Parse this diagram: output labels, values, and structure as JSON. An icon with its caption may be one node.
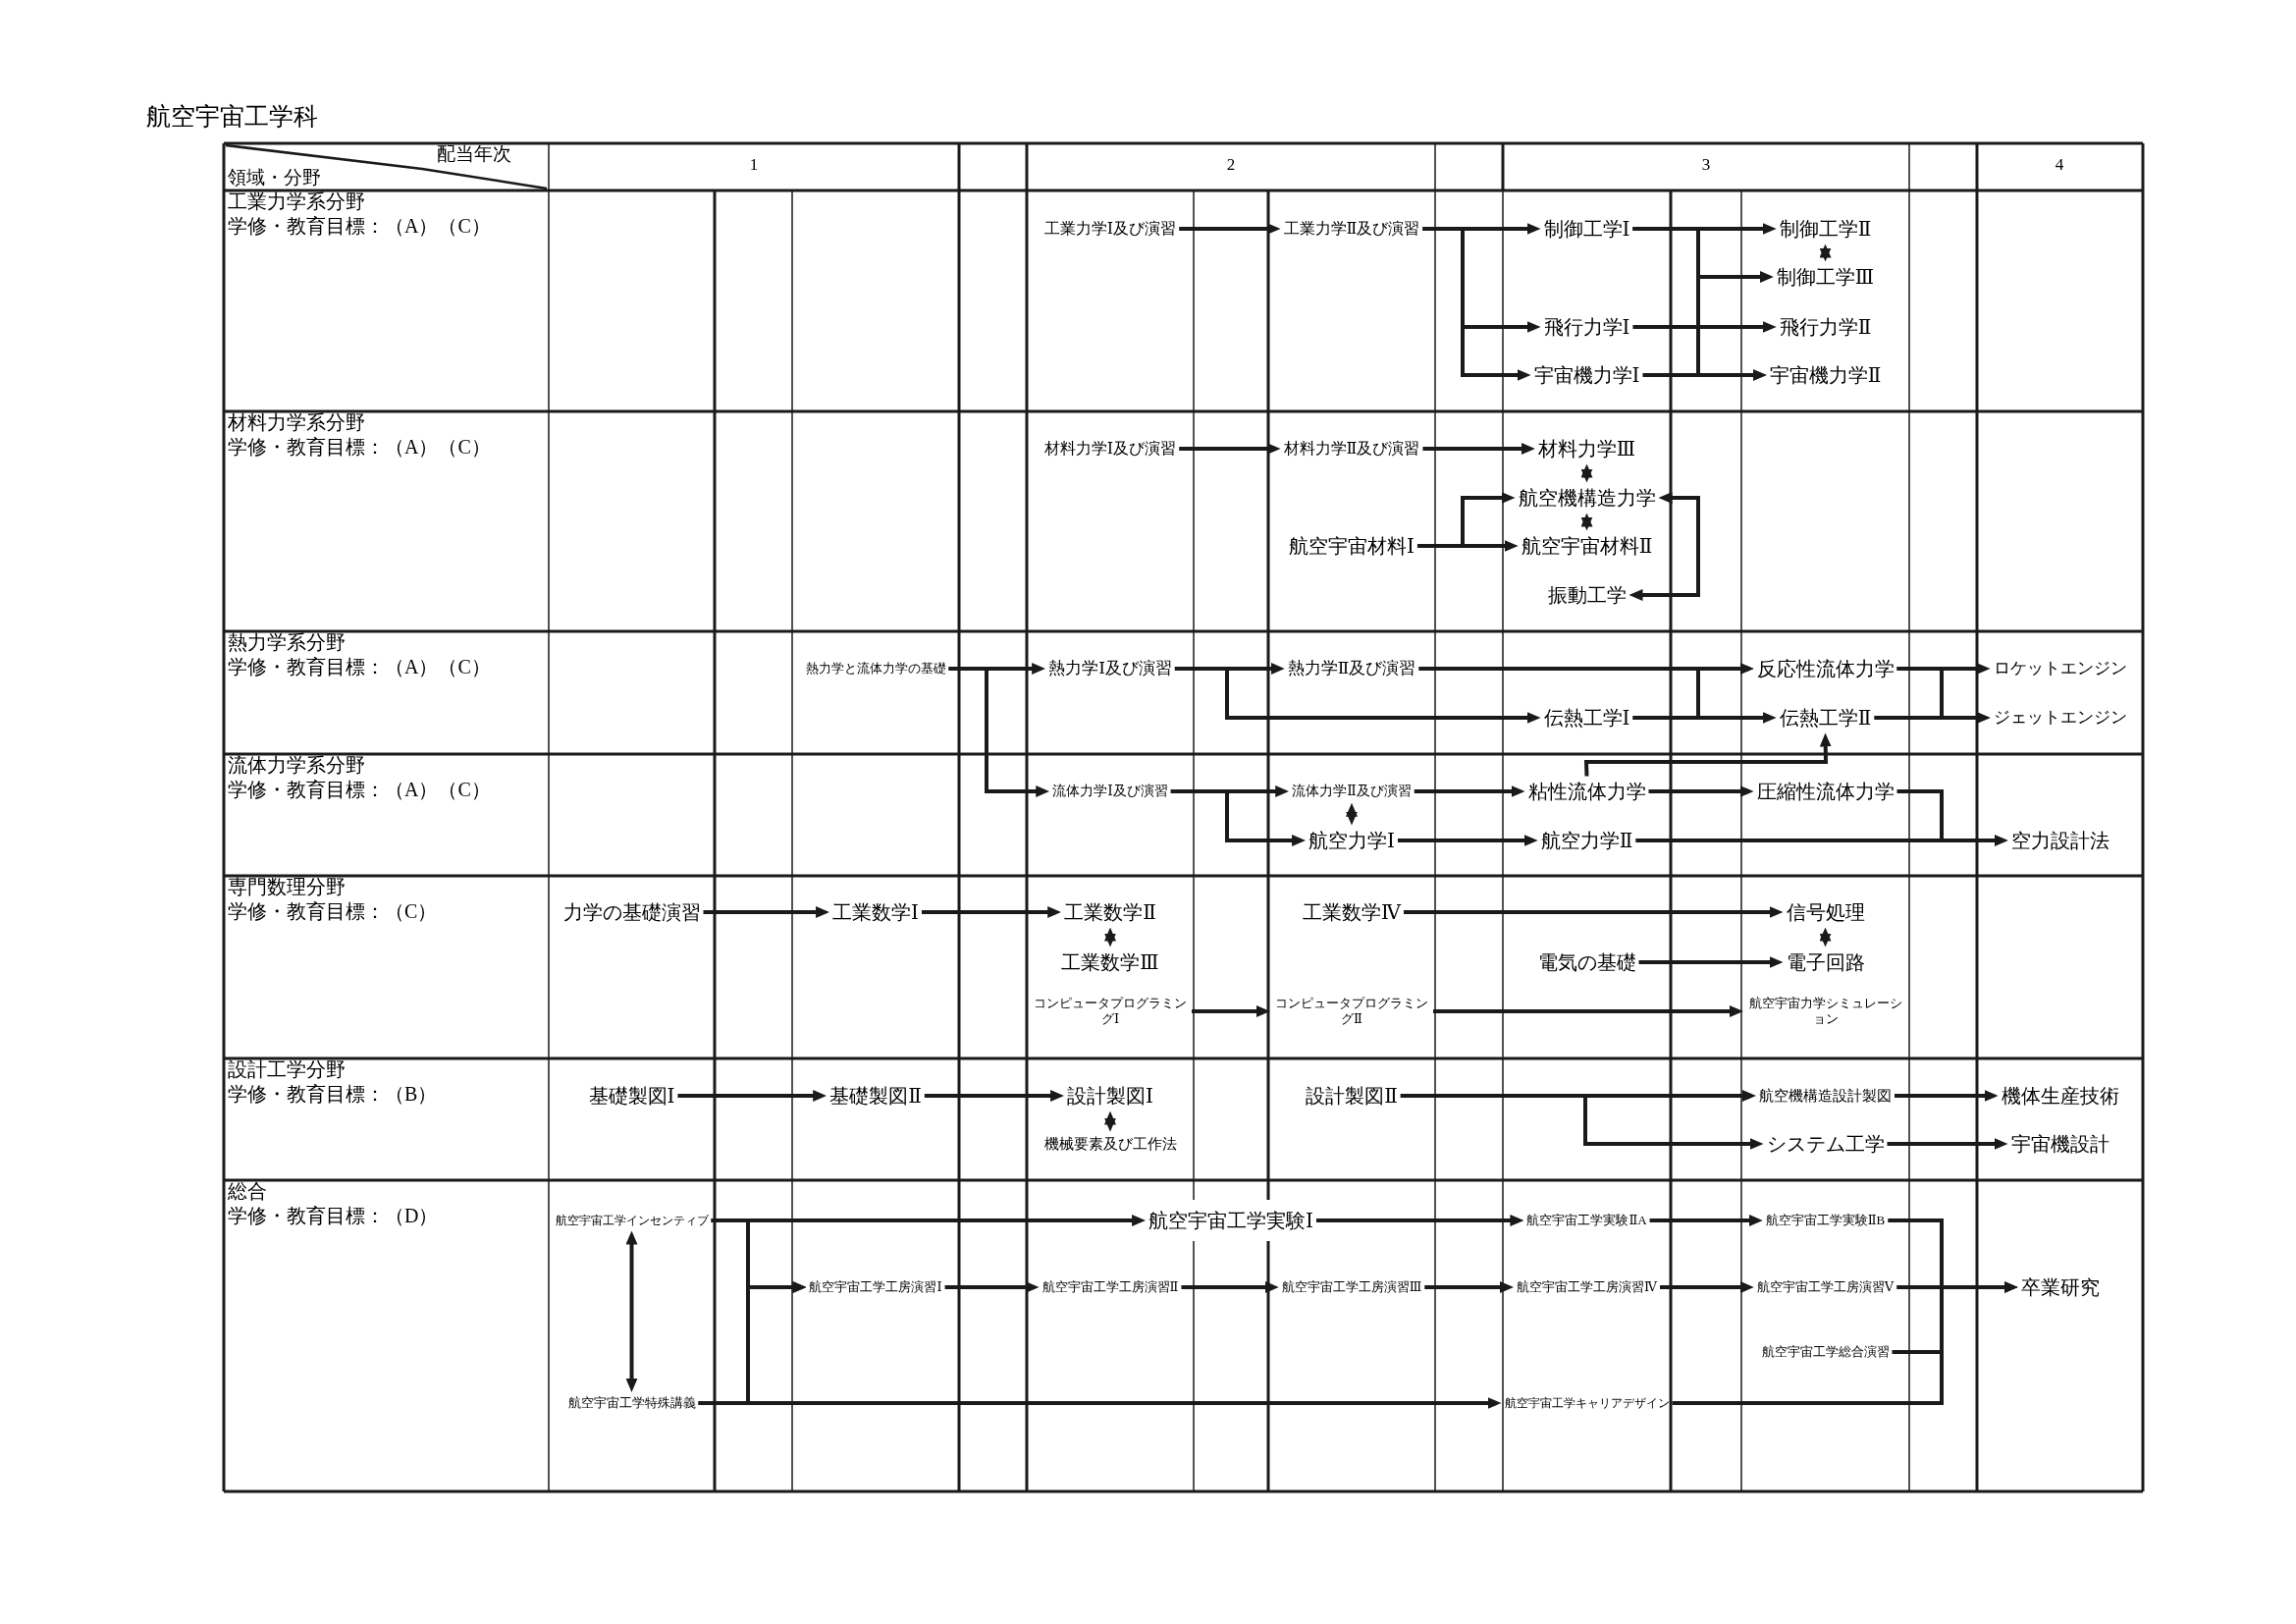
{
  "diagram": {
    "title": "航空宇宙工学科",
    "nodes": [
      {
        "text": [
          "工業力学Ⅰ及び演習"
        ]
      },
      {
        "text": [
          "工業力学Ⅱ及び演習"
        ]
      },
      {
        "text": [
          "制御工学Ⅰ"
        ]
      },
      {
        "text": [
          "飛行力学Ⅰ"
        ]
      },
      {
        "text": [
          "宇宙機力学Ⅰ"
        ]
      },
      {
        "text": [
          "制御工学Ⅱ"
        ]
      },
      {
        "text": [
          "制御工学Ⅲ"
        ]
      },
      {
        "text": [
          "飛行力学Ⅱ"
        ]
      },
      {
        "text": [
          "宇宙機力学Ⅱ"
        ]
      },
      {
        "text": [
          "材料力学Ⅰ及び演習"
        ]
      },
      {
        "text": [
          "材料力学Ⅱ及び演習"
        ]
      },
      {
        "text": [
          "航空宇宙材料Ⅰ"
        ]
      },
      {
        "text": [
          "材料力学Ⅲ"
        ]
      },
      {
        "text": [
          "航空機構造力学"
        ]
      },
      {
        "text": [
          "航空宇宙材料Ⅱ"
        ]
      },
      {
        "text": [
          "振動工学"
        ]
      },
      {
        "text": [
          "熱力学と流体力学の基礎"
        ]
      },
      {
        "text": [
          "熱力学Ⅰ及び演習"
        ]
      },
      {
        "text": [
          "熱力学Ⅱ及び演習"
        ]
      },
      {
        "text": [
          "伝熱工学Ⅰ"
        ]
      },
      {
        "text": [
          "反応性流体力学"
        ]
      },
      {
        "text": [
          "伝熱工学Ⅱ"
        ]
      },
      {
        "text": [
          "ロケットエンジン"
        ]
      },
      {
        "text": [
          "ジェットエンジン"
        ]
      },
      {
        "text": [
          "流体力学Ⅰ及び演習"
        ]
      },
      {
        "text": [
          "流体力学Ⅱ及び演習"
        ]
      },
      {
        "text": [
          "航空力学Ⅰ"
        ]
      },
      {
        "text": [
          "粘性流体力学"
        ]
      },
      {
        "text": [
          "航空力学Ⅱ"
        ]
      },
      {
        "text": [
          "圧縮性流体力学"
        ]
      },
      {
        "text": [
          "空力設計法"
        ]
      },
      {
        "text": [
          "力学の基礎演習"
        ]
      },
      {
        "text": [
          "工業数学Ⅰ"
        ]
      },
      {
        "text": [
          "工業数学Ⅱ"
        ]
      },
      {
        "text": [
          "工業数学Ⅲ"
        ]
      },
      {
        "text": [
          "コンピュータプログラミングⅠ"
        ]
      },
      {
        "text": [
          "工業数学Ⅳ"
        ]
      },
      {
        "text": [
          "コンピュータプログラミングⅡ"
        ]
      },
      {
        "text": [
          "電気の基礎"
        ]
      },
      {
        "text": [
          "信号処理"
        ]
      },
      {
        "text": [
          "電子回路"
        ]
      },
      {
        "text": [
          "航空宇宙力学シミュレーション"
        ]
      },
      {
        "text": [
          "基礎製図Ⅰ"
        ]
      },
      {
        "text": [
          "基礎製図Ⅱ"
        ]
      },
      {
        "text": [
          "設計製図Ⅰ"
        ]
      },
      {
        "text": [
          "機械要素及び工作法"
        ]
      },
      {
        "text": [
          "設計製図Ⅱ"
        ]
      },
      {
        "text": [
          "航空機構造設計製図"
        ]
      },
      {
        "text": [
          "システム工学"
        ]
      },
      {
        "text": [
          "機体生産技術"
        ]
      },
      {
        "text": [
          "宇宙機設計"
        ]
      },
      {
        "text": [
          "航空宇宙工学インセンティブ"
        ]
      },
      {
        "text": [
          "航空宇宙工学特殊講義"
        ]
      },
      {
        "text": [
          "航空宇宙工学実験Ⅰ"
        ]
      },
      {
        "text": [
          "航空宇宙工学工房演習Ⅰ"
        ]
      },
      {
        "text": [
          "航空宇宙工学工房演習Ⅱ"
        ]
      },
      {
        "text": [
          "航空宇宙工学工房演習Ⅲ"
        ]
      },
      {
        "text": [
          "航空宇宙工学実験ⅡA"
        ]
      },
      {
        "text": [
          "航空宇宙工学工房演習Ⅳ"
        ]
      },
      {
        "text": [
          "航空宇宙工学キャリアデザイン"
        ]
      },
      {
        "text": [
          "航空宇宙工学実験ⅡB"
        ]
      },
      {
        "text": [
          "航空宇宙工学工房演習Ⅴ"
        ]
      },
      {
        "text": [
          "航空宇宙工学総合演習"
        ]
      },
      {
        "text": [
          "卒業研究"
        ]
      }
    ],
    "edges": [
      {
        "from": 0,
        "to": 1,
        "arrow": "to"
      },
      {
        "from": 1,
        "to": 2,
        "arrow": "to"
      },
      {
        "from": 1,
        "to": 3,
        "arrow": "to"
      },
      {
        "from": 1,
        "to": 4,
        "arrow": "to"
      },
      {
        "from": 2,
        "to": 5,
        "arrow": "to"
      },
      {
        "from": 2,
        "to": 6,
        "arrow": "to"
      },
      {
        "from": 2,
        "to": 8,
        "arrow": "to"
      },
      {
        "from": 3,
        "to": 7,
        "arrow": "to"
      },
      {
        "from": 4,
        "to": 8,
        "arrow": "to"
      },
      {
        "from": 5,
        "to": 6,
        "arrow": "both"
      },
      {
        "from": 9,
        "to": 10,
        "arrow": "to"
      },
      {
        "from": 10,
        "to": 12,
        "arrow": "to"
      },
      {
        "from": 11,
        "to": 13,
        "arrow": "to"
      },
      {
        "from": 11,
        "to": 14,
        "arrow": "to"
      },
      {
        "from": 12,
        "to": 13,
        "arrow": "both"
      },
      {
        "from": 13,
        "to": 14,
        "arrow": "both"
      },
      {
        "from": 13,
        "to": 15,
        "arrow": "both"
      },
      {
        "from": 16,
        "to": 17,
        "arrow": "to"
      },
      {
        "from": 16,
        "to": 24,
        "arrow": "to"
      },
      {
        "from": 17,
        "to": 18,
        "arrow": "to"
      },
      {
        "from": 17,
        "to": 19,
        "arrow": "to"
      },
      {
        "from": 18,
        "to": 20,
        "arrow": "to"
      },
      {
        "from": 19,
        "to": 20,
        "arrow": "to"
      },
      {
        "from": 19,
        "to": 21,
        "arrow": "to"
      },
      {
        "from": 20,
        "to": 22,
        "arrow": "to"
      },
      {
        "from": 20,
        "to": 23,
        "arrow": "to"
      },
      {
        "from": 21,
        "to": 23,
        "arrow": "to"
      },
      {
        "from": 27,
        "to": 21,
        "arrow": "to"
      },
      {
        "from": 24,
        "to": 25,
        "arrow": "to"
      },
      {
        "from": 24,
        "to": 26,
        "arrow": "to"
      },
      {
        "from": 25,
        "to": 26,
        "arrow": "both"
      },
      {
        "from": 25,
        "to": 27,
        "arrow": "to"
      },
      {
        "from": 26,
        "to": 28,
        "arrow": "to"
      },
      {
        "from": 27,
        "to": 29,
        "arrow": "to"
      },
      {
        "from": 28,
        "to": 30,
        "arrow": "to"
      },
      {
        "from": 29,
        "to": 30,
        "arrow": "to"
      },
      {
        "from": 31,
        "to": 32,
        "arrow": "to"
      },
      {
        "from": 32,
        "to": 33,
        "arrow": "to"
      },
      {
        "from": 33,
        "to": 34,
        "arrow": "both"
      },
      {
        "from": 35,
        "to": 37,
        "arrow": "to"
      },
      {
        "from": 36,
        "to": 39,
        "arrow": "to"
      },
      {
        "from": 37,
        "to": 41,
        "arrow": "to"
      },
      {
        "from": 38,
        "to": 40,
        "arrow": "to"
      },
      {
        "from": 39,
        "to": 40,
        "arrow": "both"
      },
      {
        "from": 42,
        "to": 43,
        "arrow": "to"
      },
      {
        "from": 43,
        "to": 44,
        "arrow": "to"
      },
      {
        "from": 44,
        "to": 45,
        "arrow": "both"
      },
      {
        "from": 46,
        "to": 47,
        "arrow": "to"
      },
      {
        "from": 46,
        "to": 48,
        "arrow": "to"
      },
      {
        "from": 47,
        "to": 49,
        "arrow": "to"
      },
      {
        "from": 48,
        "to": 50,
        "arrow": "to"
      },
      {
        "from": 51,
        "to": 52,
        "arrow": "both"
      },
      {
        "from": 51,
        "to": 53,
        "arrow": "to"
      },
      {
        "from": 51,
        "to": 54,
        "arrow": "to"
      },
      {
        "from": 52,
        "to": 54,
        "arrow": "to"
      },
      {
        "from": 52,
        "to": 59,
        "arrow": "to"
      },
      {
        "from": 53,
        "to": 57,
        "arrow": "to"
      },
      {
        "from": 54,
        "to": 55,
        "arrow": "to"
      },
      {
        "from": 55,
        "to": 56,
        "arrow": "to"
      },
      {
        "from": 56,
        "to": 58,
        "arrow": "to"
      },
      {
        "from": 57,
        "to": 60,
        "arrow": "to"
      },
      {
        "from": 58,
        "to": 61,
        "arrow": "to"
      },
      {
        "from": 59,
        "to": 63,
        "arrow": "to"
      },
      {
        "from": 60,
        "to": 63,
        "arrow": "to"
      },
      {
        "from": 61,
        "to": 63,
        "arrow": "to"
      },
      {
        "from": 62,
        "to": 63,
        "arrow": "to"
      }
    ],
    "labels": [
      "配当年次",
      "領域・分野",
      "1",
      "2",
      "3",
      "4",
      "工業力学系分野",
      "学修・教育目標：（A）（C）",
      "材料力学系分野",
      "学修・教育目標：（A）（C）",
      "熱力学系分野",
      "学修・教育目標：（A）（C）",
      "流体力学系分野",
      "学修・教育目標：（A）（C）",
      "専門数理分野",
      "学修・教育目標：（C）",
      "設計工学分野",
      "学修・教育目標：（B）",
      "総合",
      "学修・教育目標：（D）"
    ]
  }
}
